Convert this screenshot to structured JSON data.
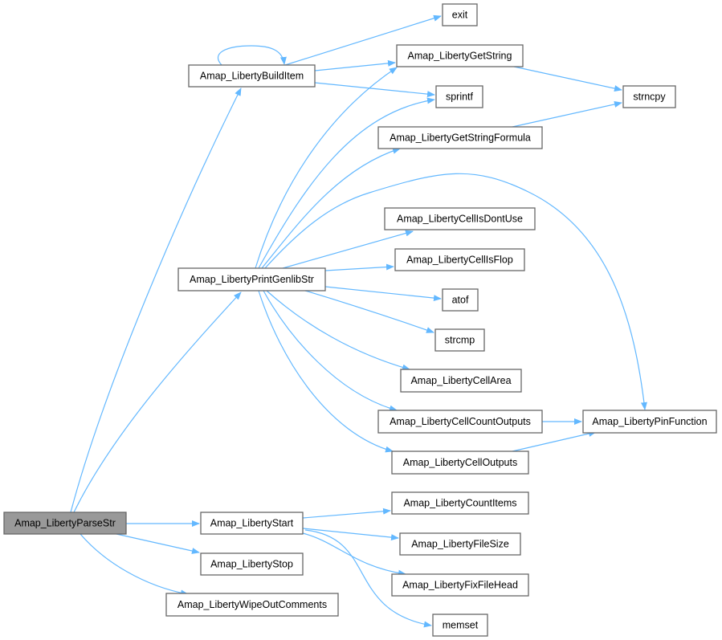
{
  "graph": {
    "root": "Amap_LibertyParseStr",
    "nodes": {
      "exit": "exit",
      "get_string": "Amap_LibertyGetString",
      "sprintf": "sprintf",
      "strncpy": "strncpy",
      "get_string_formula": "Amap_LibertyGetStringFormula",
      "cell_is_dont_use": "Amap_LibertyCellIsDontUse",
      "cell_is_flop": "Amap_LibertyCellIsFlop",
      "atof": "atof",
      "strcmp": "strcmp",
      "cell_area": "Amap_LibertyCellArea",
      "cell_count_outputs": "Amap_LibertyCellCountOutputs",
      "pin_function": "Amap_LibertyPinFunction",
      "cell_outputs": "Amap_LibertyCellOutputs",
      "count_items": "Amap_LibertyCountItems",
      "file_size": "Amap_LibertyFileSize",
      "fix_file_head": "Amap_LibertyFixFileHead",
      "memset": "memset",
      "build_item": "Amap_LibertyBuildItem",
      "print_genlib_str": "Amap_LibertyPrintGenlibStr",
      "parse_str": "Amap_LibertyParseStr",
      "start": "Amap_LibertyStart",
      "stop": "Amap_LibertyStop",
      "wipe_out_comments": "Amap_LibertyWipeOutComments"
    },
    "colors": {
      "edge": "#63b8ff",
      "root_fill": "#999999",
      "node_border": "#666666"
    }
  }
}
